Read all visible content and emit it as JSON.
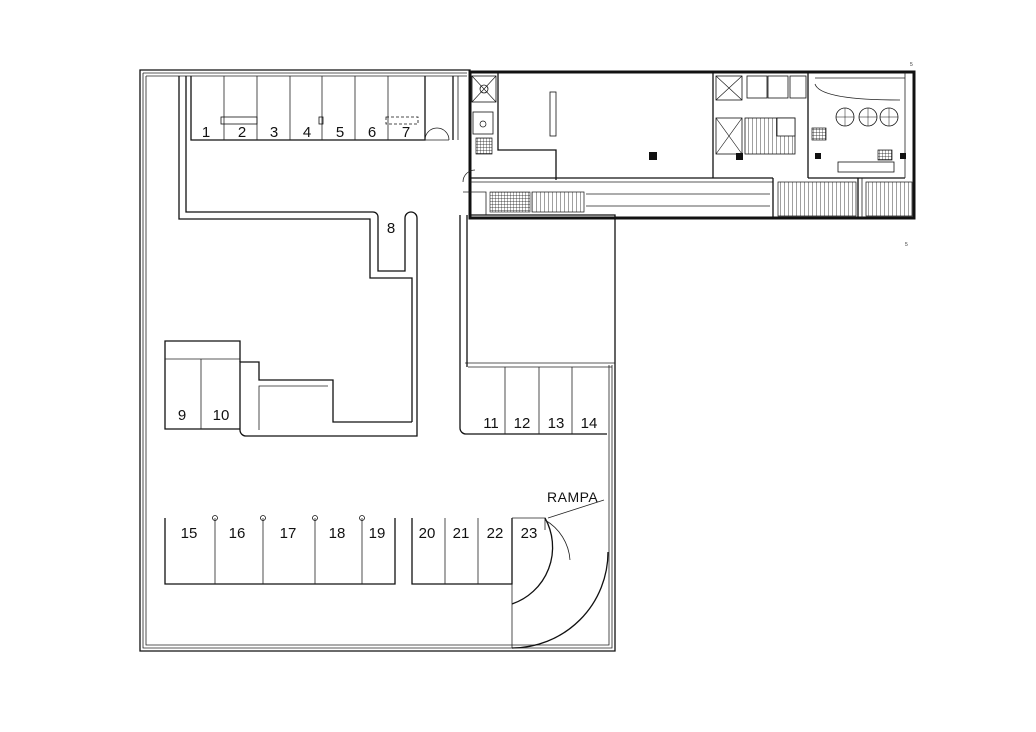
{
  "plan": {
    "spaces": [
      {
        "id": "1",
        "label": "1"
      },
      {
        "id": "2",
        "label": "2"
      },
      {
        "id": "3",
        "label": "3"
      },
      {
        "id": "4",
        "label": "4"
      },
      {
        "id": "5",
        "label": "5"
      },
      {
        "id": "6",
        "label": "6"
      },
      {
        "id": "7",
        "label": "7"
      },
      {
        "id": "8",
        "label": "8"
      },
      {
        "id": "9",
        "label": "9"
      },
      {
        "id": "10",
        "label": "10"
      },
      {
        "id": "11",
        "label": "11"
      },
      {
        "id": "12",
        "label": "12"
      },
      {
        "id": "13",
        "label": "13"
      },
      {
        "id": "14",
        "label": "14"
      },
      {
        "id": "15",
        "label": "15"
      },
      {
        "id": "16",
        "label": "16"
      },
      {
        "id": "17",
        "label": "17"
      },
      {
        "id": "18",
        "label": "18"
      },
      {
        "id": "19",
        "label": "19"
      },
      {
        "id": "20",
        "label": "20"
      },
      {
        "id": "21",
        "label": "21"
      },
      {
        "id": "22",
        "label": "22"
      },
      {
        "id": "23",
        "label": "23"
      }
    ],
    "ramp_label": "RAMPA",
    "side_marks": [
      "5",
      "5"
    ]
  }
}
